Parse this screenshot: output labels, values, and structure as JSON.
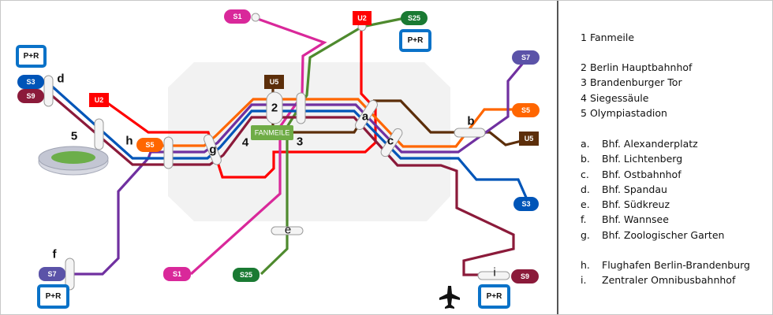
{
  "map": {
    "badges": {
      "s1_top": "S1",
      "u2_top": "U2",
      "s25_top": "S25",
      "s7_right": "S7",
      "s5_right": "S5",
      "u5_right": "U5",
      "s3_right": "S3",
      "s3_left": "S3",
      "s9_left": "S9",
      "u2_left": "U2",
      "s5_h": "S5",
      "u5_center": "U5",
      "s7_f": "S7",
      "s1_bottom": "S1",
      "s25_bottom": "S25",
      "s9_i": "S9"
    },
    "park_and_ride": "P+R",
    "fanmeile": "FANMEILE",
    "markers": {
      "d": "d",
      "five": "5",
      "h": "h",
      "g": "g",
      "two": "2",
      "four": "4",
      "three": "3",
      "a": "a",
      "b": "b",
      "c": "c",
      "e": "e",
      "f": "f",
      "i": "i"
    },
    "colors": {
      "S5": "#FF6600",
      "S7": "#7030A0",
      "S3": "#0055B8",
      "S9": "#8B1A3A",
      "U2": "#FF0000",
      "U5": "#5C2E0A",
      "S1": "#D9289A",
      "S25": "#4E8A2E"
    }
  },
  "legend": {
    "places": [
      {
        "key": "1",
        "label": "Fanmeile"
      },
      {
        "key": "2",
        "label": "Berlin Hauptbahnhof"
      },
      {
        "key": "3",
        "label": "Brandenburger Tor"
      },
      {
        "key": "4",
        "label": "Siegessäule"
      },
      {
        "key": "5",
        "label": "Olympiastadion"
      }
    ],
    "stations": [
      {
        "key": "a.",
        "label": "Bhf. Alexanderplatz"
      },
      {
        "key": "b.",
        "label": "Bhf. Lichtenberg"
      },
      {
        "key": "c.",
        "label": "Bhf. Ostbahnhof"
      },
      {
        "key": "d.",
        "label": "Bhf. Spandau"
      },
      {
        "key": "e.",
        "label": "Bhf. Südkreuz"
      },
      {
        "key": "f.",
        "label": "Bhf. Wannsee"
      },
      {
        "key": "g.",
        "label": "Bhf. Zoologischer Garten"
      },
      {
        "key": "h.",
        "label": "Flughafen Berlin-Brandenburg"
      },
      {
        "key": "i.",
        "label": "Zentraler Omnibusbahnhof"
      }
    ]
  }
}
